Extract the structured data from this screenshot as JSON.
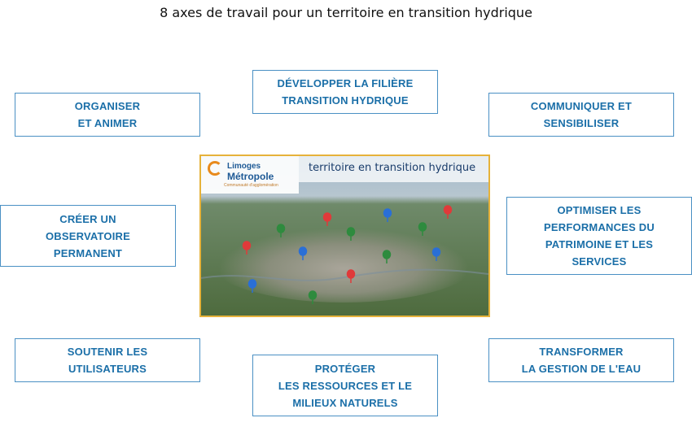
{
  "title": "8 axes de travail pour un territoire en transition hydrique",
  "axes": {
    "developper": "DÉVELOPPER LA FILIÈRE\nTRANSITION HYDRIQUE",
    "organiser": "ORGANISER\nET ANIMER",
    "communiquer": "COMMUNIQUER ET\nSENSIBILISER",
    "observatoire": "CRÉER UN\nOBSERVATOIRE\nPERMANENT",
    "optimiser": "OPTIMISER LES\nPERFORMANCES DU\nPATRIMOINE ET LES\nSERVICES",
    "soutenir": "SOUTENIR LES\nUTILISATEURS",
    "proteger": "PROTÉGER\nLES RESSOURCES ET LE\nMILIEUX NATURELS",
    "transformer": "TRANSFORMER\nLA GESTION DE L'EAU"
  },
  "map": {
    "banner": "territoire en transition hydrique",
    "logo_line1": "Limoges",
    "logo_line2": "Métropole",
    "logo_line3": "Communauté d'agglomération"
  },
  "colors": {
    "box_border": "#4a90c4",
    "box_text": "#1b6fa8",
    "frame": "#e6b23a",
    "pin_red": "#e03a3a",
    "pin_green": "#2e8b3e",
    "pin_blue": "#2a6fd6"
  }
}
